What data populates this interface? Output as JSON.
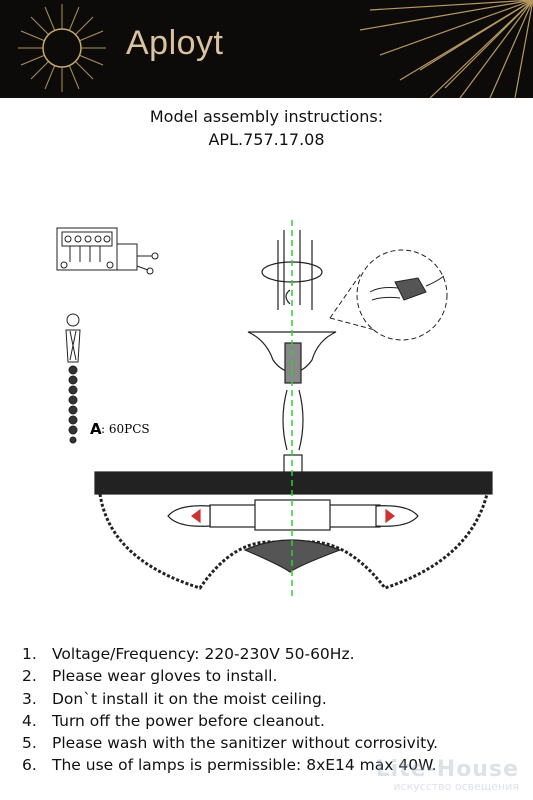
{
  "header": {
    "brand": "Aployt"
  },
  "title": {
    "line1": "Model assembly instructions:",
    "line2": "APL.757.17.08"
  },
  "diagram": {
    "crystal_label": "A",
    "crystal_count": ": 60PCS"
  },
  "instructions": [
    {
      "num": "1.",
      "text": "Voltage/Frequency: 220-230V 50-60Hz."
    },
    {
      "num": "2.",
      "text": "Please wear gloves to install."
    },
    {
      "num": "3.",
      "text": "Don`t install it on the moist ceiling."
    },
    {
      "num": "4.",
      "text": "Turn off the power before cleanout."
    },
    {
      "num": "5.",
      "text": "Please wash with the sanitizer without corrosivity."
    },
    {
      "num": "6.",
      "text": "The use of lamps is permissible: 8xE14 max 40W."
    }
  ],
  "watermark": {
    "line1": "Lite-House",
    "line2": "искусство освещения"
  },
  "colors": {
    "header_bg": "#0c0b0a",
    "brand": "#dcc3a0",
    "axis": "#33cc33"
  }
}
